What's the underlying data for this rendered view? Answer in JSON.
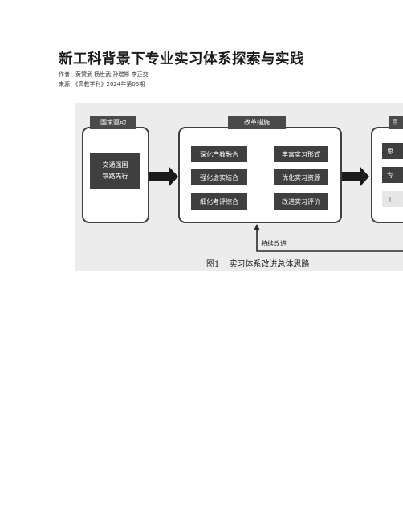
{
  "article": {
    "title": "新工科背景下专业实习体系探索与实践",
    "authors": "作者：黄赞武 杨世武 孙瑞彬 李正交",
    "source": "来源：《高教学刊》2024年第05期"
  },
  "figure": {
    "number": "图1",
    "caption": "实习体系改进总体思路",
    "driver_panel": {
      "label": "国策驱动",
      "box_line1": "交通强国",
      "box_line2": "铁路先行"
    },
    "measures_panel": {
      "label": "改革措施",
      "rows": [
        {
          "measure": "深化产教融合",
          "result": "丰富实习形式"
        },
        {
          "measure": "强化虚实结合",
          "result": "优化实习资源"
        },
        {
          "measure": "细化考评综合",
          "result": "改进实习评价"
        }
      ]
    },
    "goal_panel": {
      "label": "目",
      "items": [
        "思",
        "专",
        "工"
      ]
    },
    "feedback_label": "持续改进"
  }
}
